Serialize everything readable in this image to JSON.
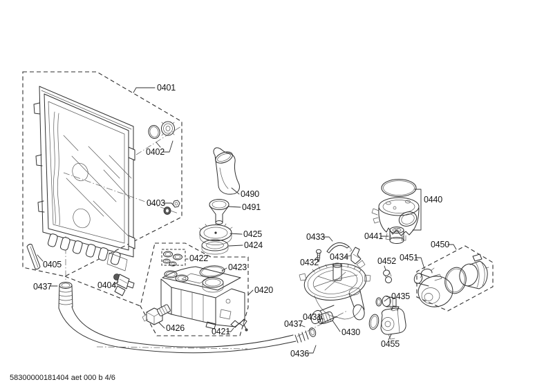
{
  "document": {
    "footer_code": "58300000181404 aet 000 b 4/6",
    "background_color": "#ffffff",
    "line_color": "#2e2e2e"
  },
  "callouts": {
    "c0401": "0401",
    "c0402": "0402",
    "c0403": "0403",
    "c0404": "0404",
    "c0405": "0405",
    "c0437_left": "0437",
    "c0490": "0490",
    "c0491": "0491",
    "c0425": "0425",
    "c0424": "0424",
    "c0422": "0422",
    "c0423": "0423",
    "c0420": "0420",
    "c0426": "0426",
    "c0421": "0421",
    "c0433": "0433",
    "c0432": "0432",
    "c0434": "0434",
    "c0440": "0440",
    "c0441": "0441",
    "c0452": "0452",
    "c0451": "0451",
    "c0450": "0450",
    "c0435": "0435",
    "c0431": "0431",
    "c0437_right": "0437",
    "c0430": "0430",
    "c0436": "0436",
    "c0455": "0455"
  }
}
